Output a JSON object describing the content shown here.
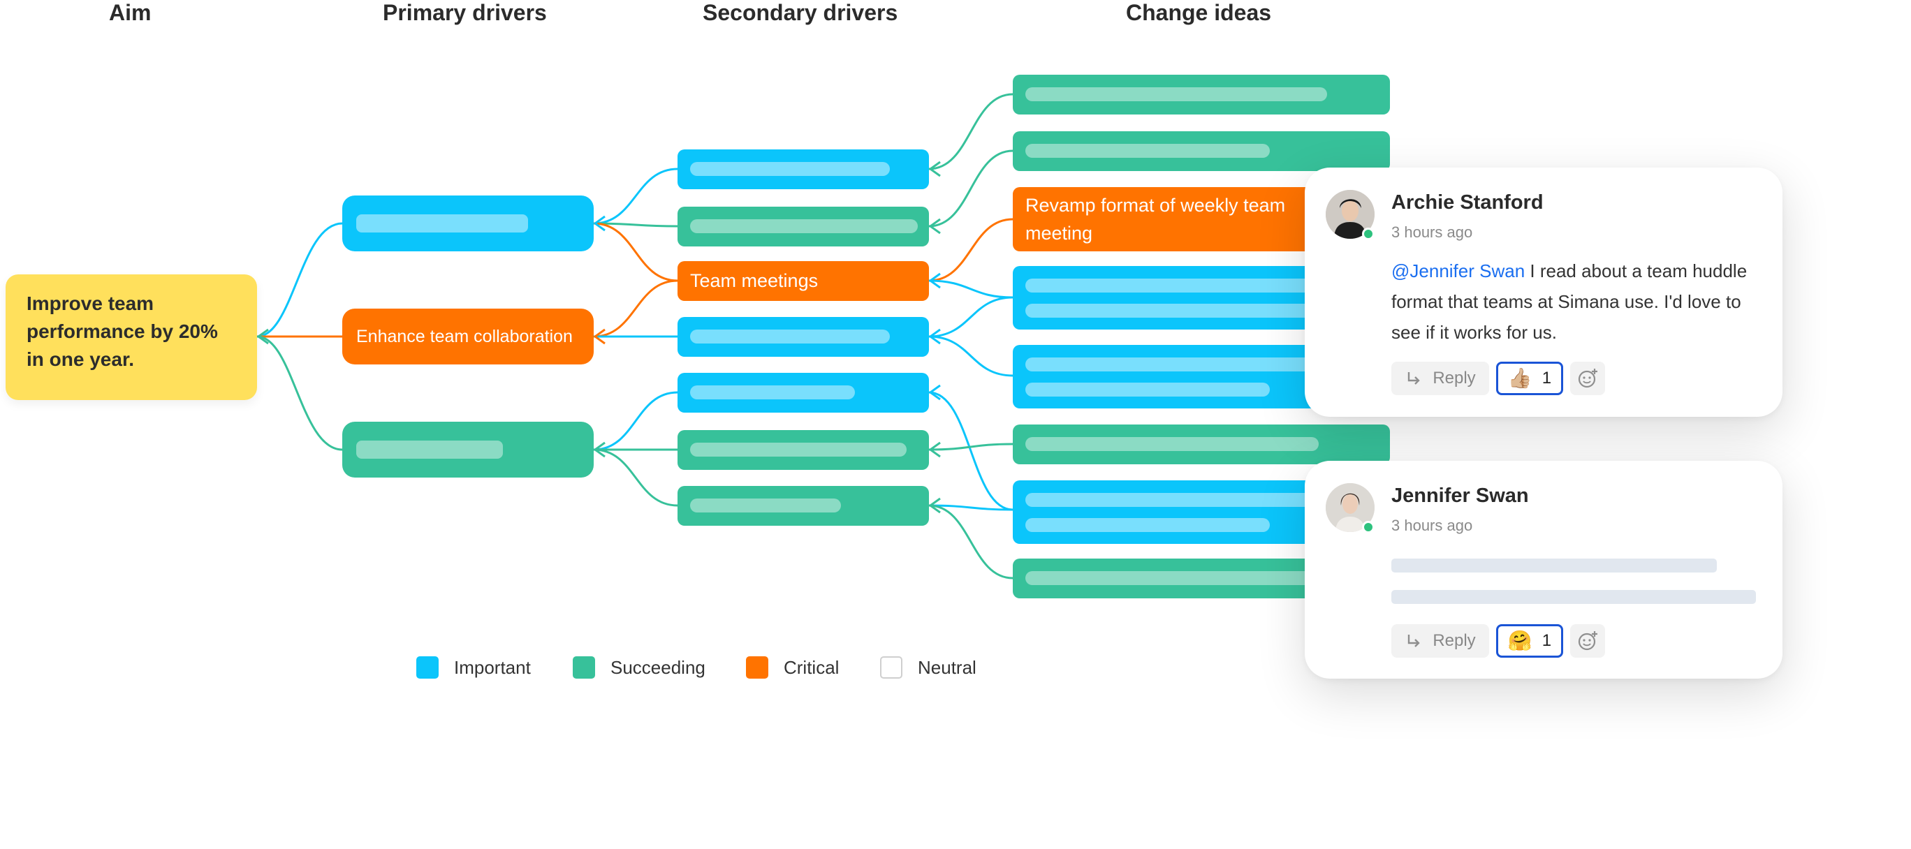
{
  "columns": {
    "aim": "Aim",
    "primary": "Primary drivers",
    "secondary": "Secondary drivers",
    "change": "Change ideas"
  },
  "aim": {
    "text": "Improve team performance by 20% in one year."
  },
  "primary_drivers": [
    {
      "status": "important",
      "label": ""
    },
    {
      "status": "critical",
      "label": "Enhance team collaboration"
    },
    {
      "status": "succeeding",
      "label": ""
    }
  ],
  "secondary_drivers": [
    {
      "status": "important",
      "label": ""
    },
    {
      "status": "succeeding",
      "label": ""
    },
    {
      "status": "critical",
      "label": "Team meetings"
    },
    {
      "status": "important",
      "label": ""
    },
    {
      "status": "important",
      "label": ""
    },
    {
      "status": "succeeding",
      "label": ""
    },
    {
      "status": "succeeding",
      "label": ""
    }
  ],
  "change_ideas": [
    {
      "status": "succeeding",
      "label": ""
    },
    {
      "status": "succeeding",
      "label": ""
    },
    {
      "status": "critical",
      "label": "Revamp format of weekly team meeting"
    },
    {
      "status": "important",
      "label": ""
    },
    {
      "status": "important",
      "label": ""
    },
    {
      "status": "succeeding",
      "label": ""
    },
    {
      "status": "important",
      "label": ""
    },
    {
      "status": "succeeding",
      "label": ""
    }
  ],
  "legend": [
    {
      "label": "Important",
      "color": "#0bc5fb"
    },
    {
      "label": "Succeeding",
      "color": "#37c19a"
    },
    {
      "label": "Critical",
      "color": "#ff7300"
    },
    {
      "label": "Neutral",
      "color": "#ffffff"
    }
  ],
  "colors": {
    "important": "#0bc5fb",
    "succeeding": "#37c19a",
    "critical": "#ff7300",
    "aim": "#ffe05c",
    "mention": "#1a6ef0"
  },
  "comments": [
    {
      "author": "Archie Stanford",
      "time": "3 hours ago",
      "mention": "@Jennifer Swan",
      "text": " I read about a team huddle format that teams at Simana use. I'd love to see if it works for us.",
      "reply_label": "Reply",
      "reaction": {
        "emoji": "👍🏼",
        "icon": "thumbs-up-icon",
        "count": "1"
      }
    },
    {
      "author": "Jennifer Swan",
      "time": "3 hours ago",
      "mention": "",
      "text": "",
      "reply_label": "Reply",
      "reaction": {
        "emoji": "🤗",
        "icon": "hugging-face-icon",
        "count": "1"
      }
    }
  ]
}
